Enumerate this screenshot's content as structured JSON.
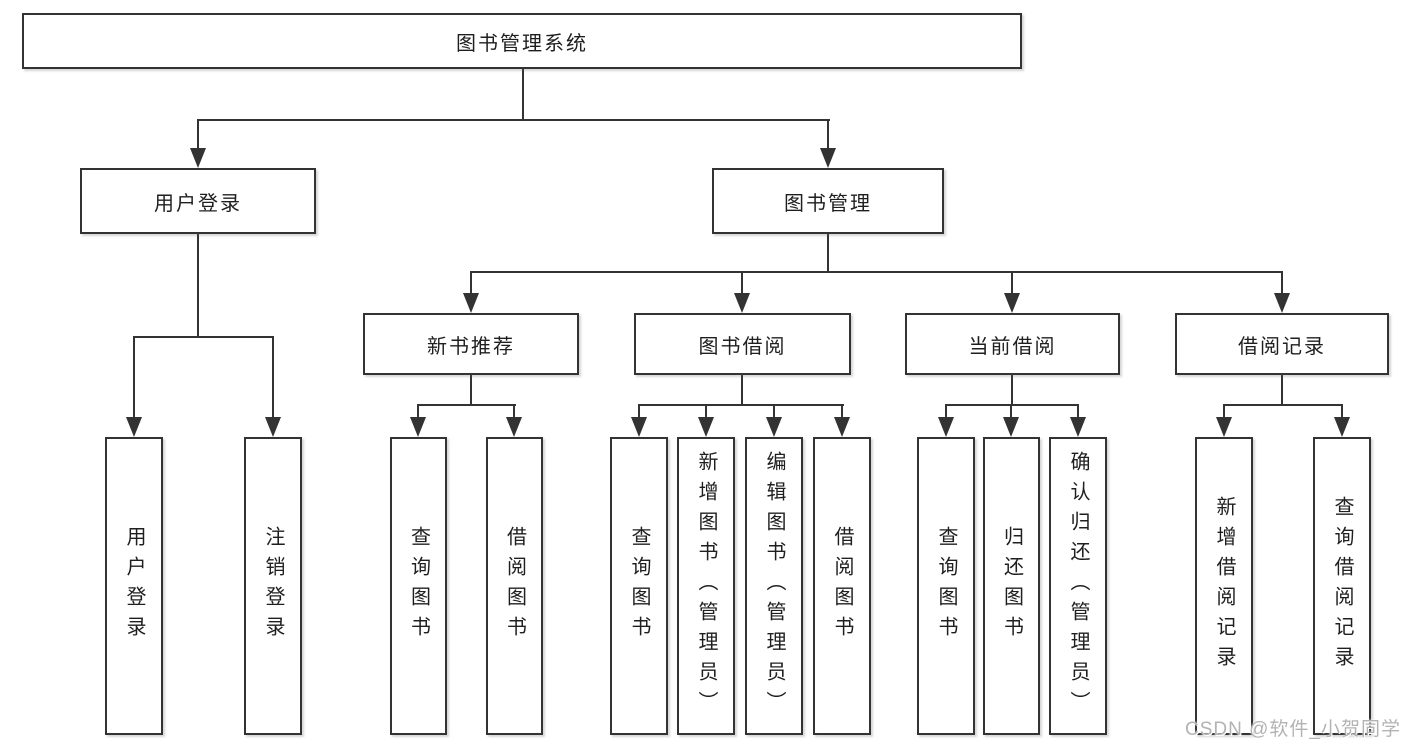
{
  "colors": {
    "line": "#333333",
    "text": "#1f1f1f",
    "box_background": "#ffffff",
    "page_background": "#ffffff",
    "watermark": "#b3b3b3"
  },
  "watermark": "CSDN @软件_小贺同学",
  "nodes": {
    "root": "图书管理系统",
    "user_login": "用户登录",
    "book_management": "图书管理",
    "user_login_login": "用户登录",
    "user_login_logout": "注销登录",
    "new_book_rec": "新书推荐",
    "book_borrowing": "图书借阅",
    "current_borrowing": "当前借阅",
    "borrowing_records": "借阅记录",
    "nbr_query_books": "查询图书",
    "nbr_borrow_books": "借阅图书",
    "bb_query_books": "查询图书",
    "bb_add_books": "新增图书（管理员）",
    "bb_edit_books": "编辑图书（管理员）",
    "bb_borrow_books": "借阅图书",
    "cb_query_books": "查询图书",
    "cb_return_books": "归还图书",
    "cb_confirm_return": "确认归还（管理员）",
    "br_add_record": "新增借阅记录",
    "br_query_record": "查询借阅记录"
  },
  "hierarchy": {
    "图书管理系统": [
      "用户登录",
      "图书管理"
    ],
    "用户登录": [
      "用户登录",
      "注销登录"
    ],
    "图书管理": [
      "新书推荐",
      "图书借阅",
      "当前借阅",
      "借阅记录"
    ],
    "新书推荐": [
      "查询图书",
      "借阅图书"
    ],
    "图书借阅": [
      "查询图书",
      "新增图书（管理员）",
      "编辑图书（管理员）",
      "借阅图书"
    ],
    "当前借阅": [
      "查询图书",
      "归还图书",
      "确认归还（管理员）"
    ],
    "借阅记录": [
      "新增借阅记录",
      "查询借阅记录"
    ]
  }
}
